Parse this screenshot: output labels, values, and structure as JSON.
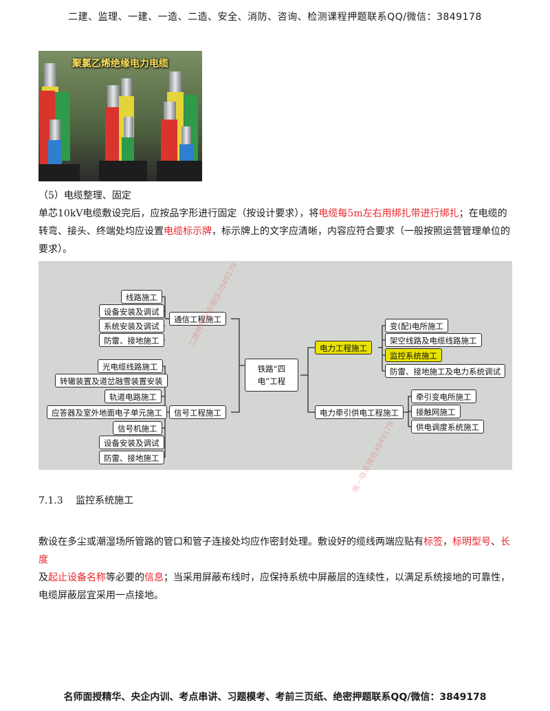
{
  "header": {
    "text": "二建、监理、一建、一造、二造、安全、消防、咨询、检测课程押题联系QQ/微信：3849178"
  },
  "footer": {
    "text": "名师面授精华、央企内训、考点串讲、习题模考、考前三页纸、绝密押题联系QQ/微信：3849178"
  },
  "photo": {
    "caption": "聚氯乙烯绝缘电力电缆"
  },
  "section5": {
    "title": "（5）电缆整理、固定",
    "p1_a": "单芯10kV电缆敷设完后，应按品字形进行固定（按设计要求），将",
    "p1_red1": "电缆每5m左右用绑扎带进行绑扎",
    "p1_b": "；在电缆的转弯、接头、终端处均应设置",
    "p1_red2": "电缆标示牌",
    "p1_c": "，标示牌上的文字应清晰，内容应符合要求（一般按照运营管理单位的要求）。"
  },
  "mindmap": {
    "center": "铁路“四电”工程",
    "left_top_parent": "通信工程施工",
    "left_top_children": [
      "线路施工",
      "设备安装及调试",
      "系统安装及调试",
      "防雷、接地施工"
    ],
    "left_bottom_parent": "信号工程施工",
    "left_bottom_children": [
      "光电缆线路施工",
      "转辙装置及道岔融雪装置安装",
      "轨道电路施工",
      "应答器及室外地面电子单元施工",
      "信号机施工",
      "设备安装及调试",
      "防雷、接地施工"
    ],
    "right_top_parent": "电力工程施工",
    "right_top_children": [
      "变(配)电所施工",
      "架空线路及电缆线路施工",
      "监控系统施工",
      "防雷、接地施工及电力系统调试"
    ],
    "right_bottom_parent": "电力牵引供电工程施工",
    "right_bottom_children": [
      "牵引变电所施工",
      "接触网施工",
      "供电调度系统施工"
    ]
  },
  "watermarks": [
    "二建押题联系微信3849178",
    "唯一联系微信3849178"
  ],
  "section713": {
    "title": "7.1.3　 监控系统施工",
    "p_a": "敷设在多尘或潮湿场所管路的管口和管子连接处均应作密封处理。敷设好的缆线两端应贴有",
    "p_red1": "标签",
    "p_b": "，",
    "p_red2": "标明型号",
    "p_c": "、",
    "p_red3": "长度",
    "p_d": "及",
    "p_red4": "起止设备名称",
    "p_e": "等必要的",
    "p_red5": "信息",
    "p_f": "；当采用屏蔽布线时，应保持系统中屏蔽层的连续性，以满足系统接地的可靠性，电缆屏蔽层宜采用一点接地。"
  },
  "colors": {
    "highlight_text": "#e8262b",
    "node_highlight": "#e9e300",
    "mindmap_bg": "#d4d6d3"
  }
}
